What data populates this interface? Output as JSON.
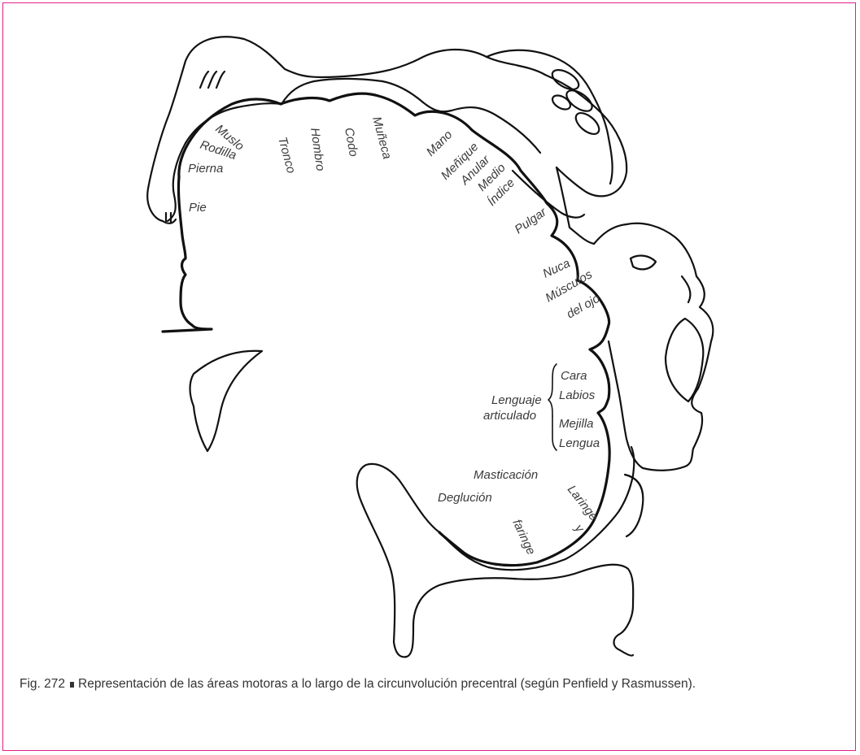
{
  "border_color": "#e0218a",
  "line_color": "#111111",
  "labels": {
    "muslo": "Muslo",
    "tronco": "Tronco",
    "hombro": "Hombro",
    "codo": "Codo",
    "muneca": "Muñeca",
    "rodilla": "Rodilla",
    "pierna": "Pierna",
    "pie": "Pie",
    "mano": "Mano",
    "menique": "Meñique",
    "anular": "Anular",
    "medio": "Medio",
    "indice": "Índice",
    "pulgar": "Pulgar",
    "nuca": "Nuca",
    "musculos": "Músculos",
    "del_ojo": "del ojo",
    "cara": "Cara",
    "labios": "Labios",
    "lenguaje": "Lenguaje",
    "articulado": "articulado",
    "mejilla": "Mejilla",
    "lengua": "Lengua",
    "masticacion": "Masticación",
    "deglucion": "Deglución",
    "laringe": "Laringe",
    "y": "y",
    "faringe": "faringe"
  },
  "caption": {
    "figure_number": "Fig. 272",
    "text": "Representación de las áreas motoras a lo largo de la circunvolución precentral (según Penfield y Rasmussen)."
  }
}
